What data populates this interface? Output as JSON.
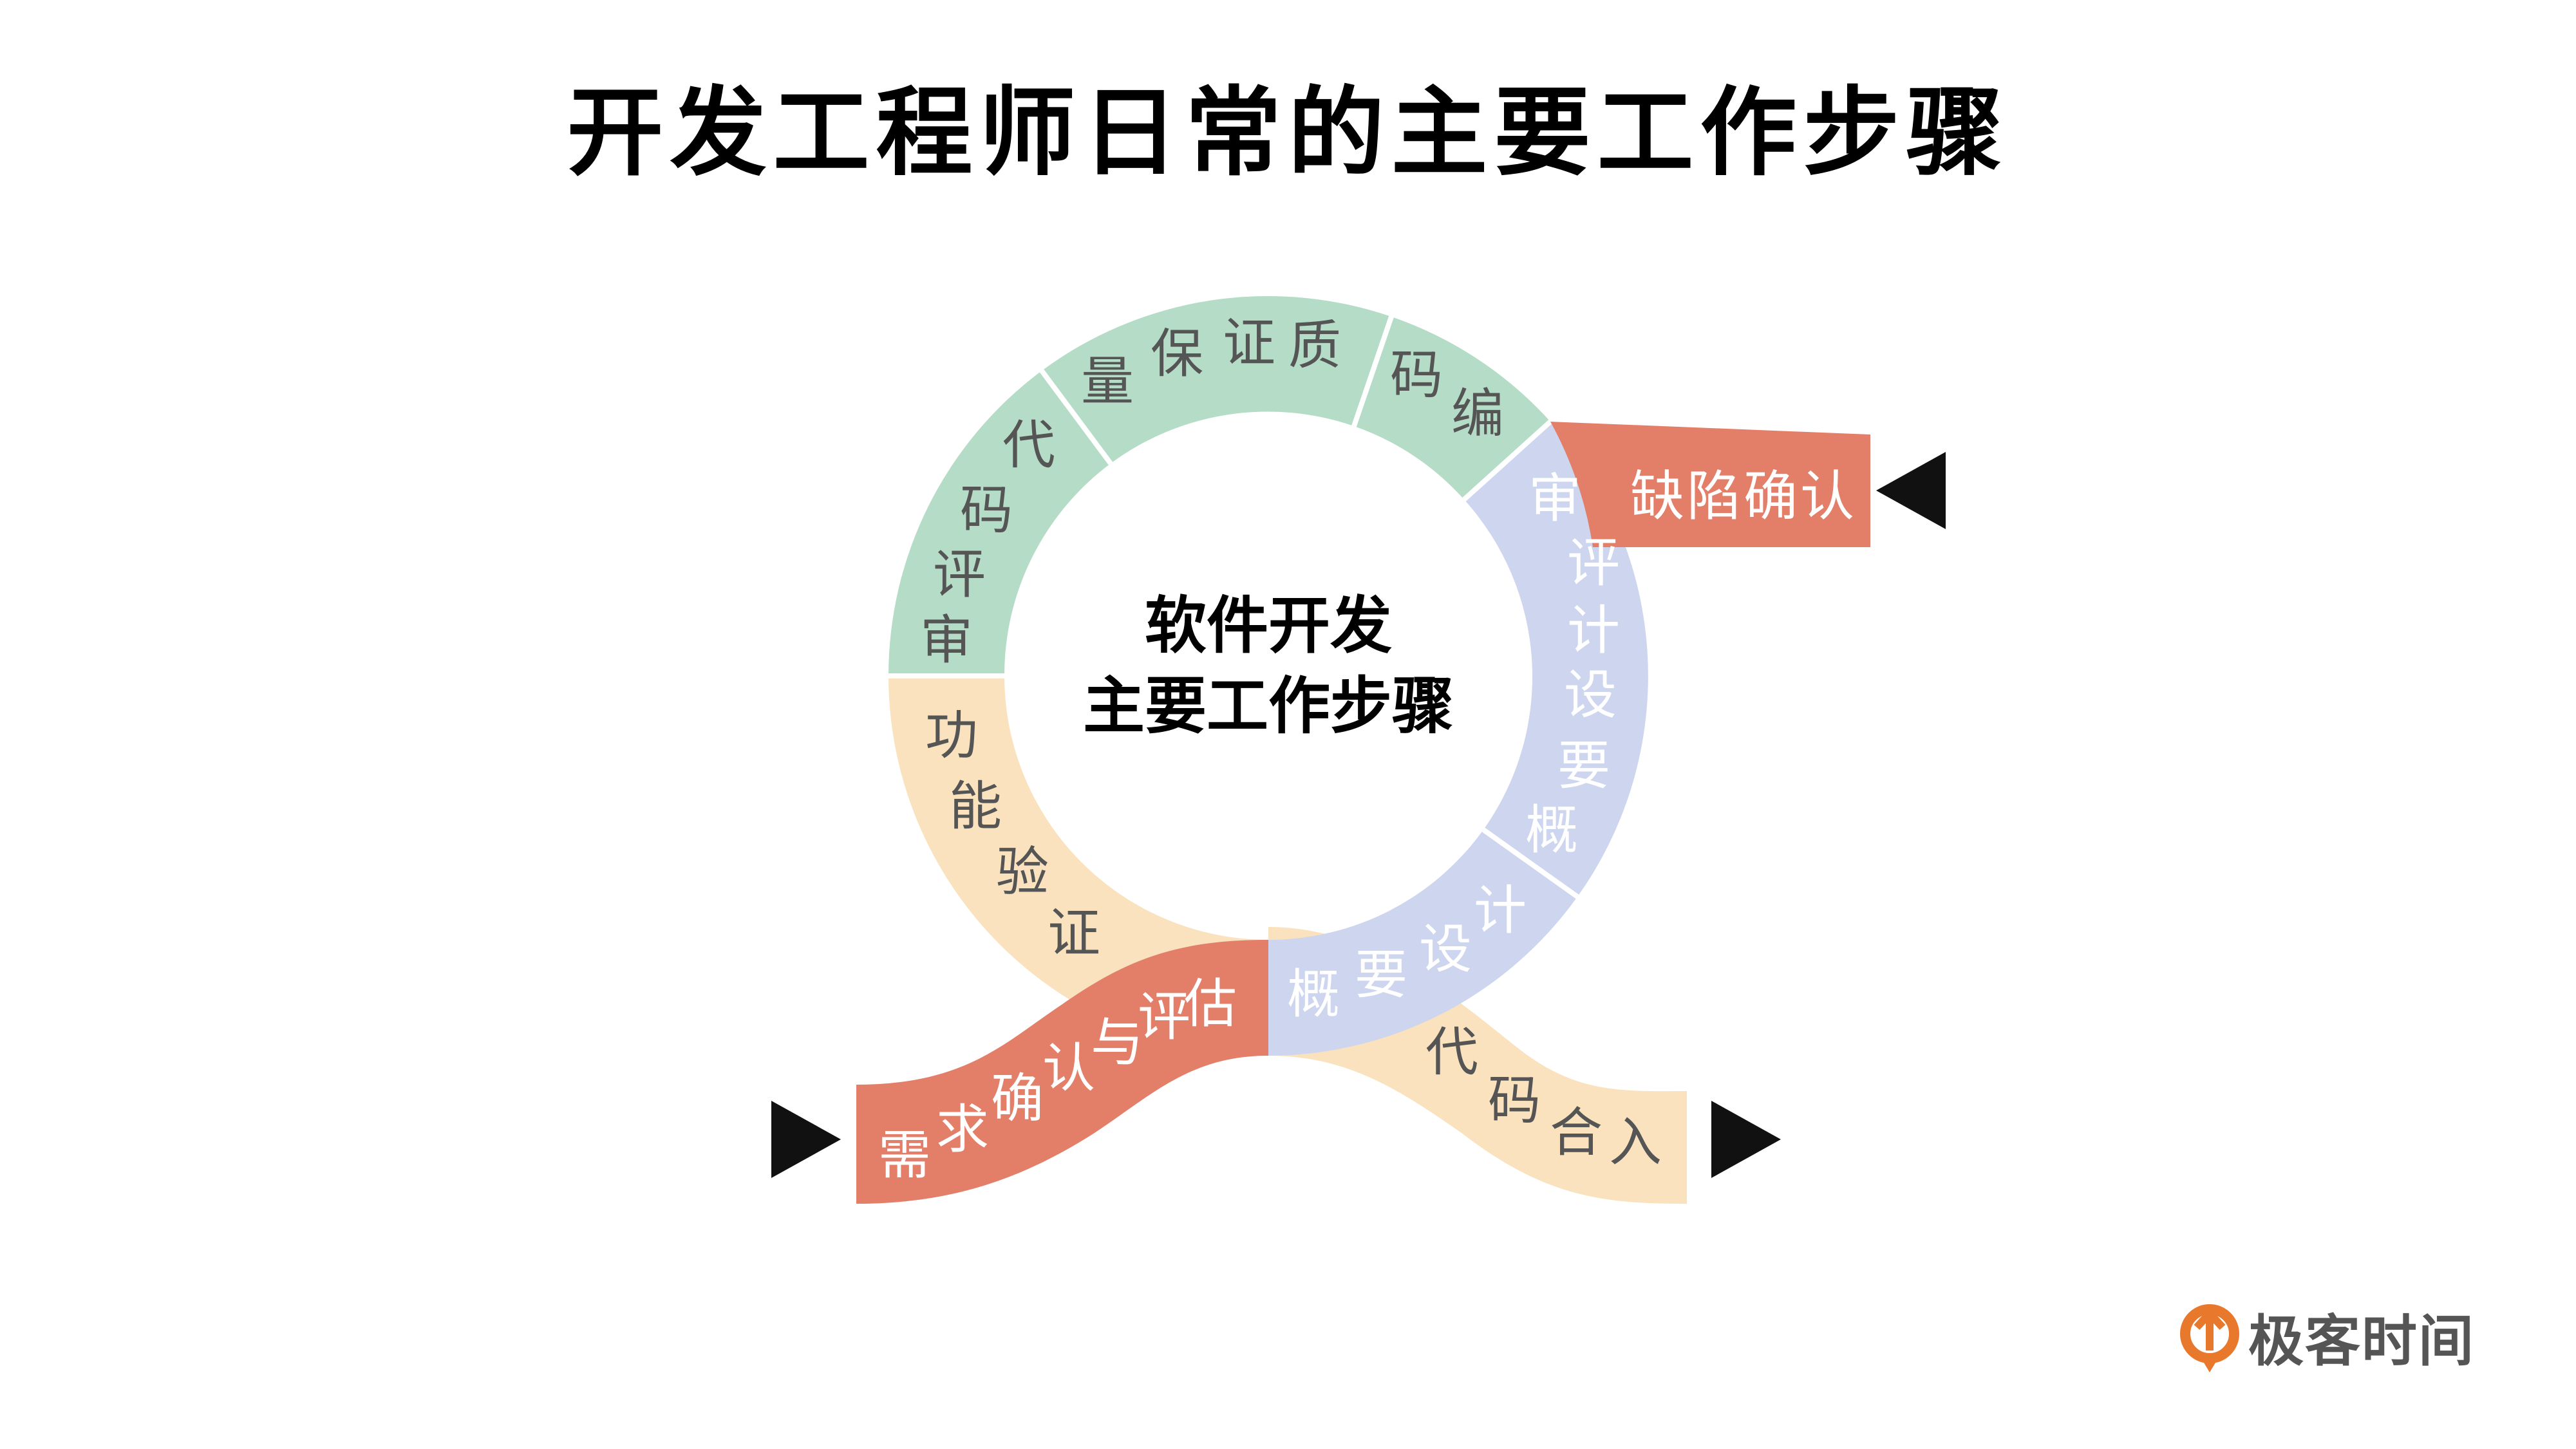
{
  "title": "开发工程师日常的主要工作步骤",
  "center": {
    "line1": "软件开发",
    "line2": "主要工作步骤"
  },
  "colors": {
    "green": "#b5dcc7",
    "purple": "#cdd5ef",
    "beige": "#f9e2bd",
    "red": "#e37f69",
    "arrow": "#111111",
    "logo": "#e8792c"
  },
  "segments": {
    "code_review": "代码评审",
    "quality": "保证质量",
    "coding": "编码",
    "design_review": "概要设计评审",
    "design": "概要设计",
    "verify": "功能验证"
  },
  "inputs": {
    "requirement": "需求确认与评估",
    "defect": "缺陷确认"
  },
  "outputs": {
    "merge": "代码合入"
  },
  "brand": {
    "name": "极客时间",
    "icon": "geektime-logo-icon"
  }
}
